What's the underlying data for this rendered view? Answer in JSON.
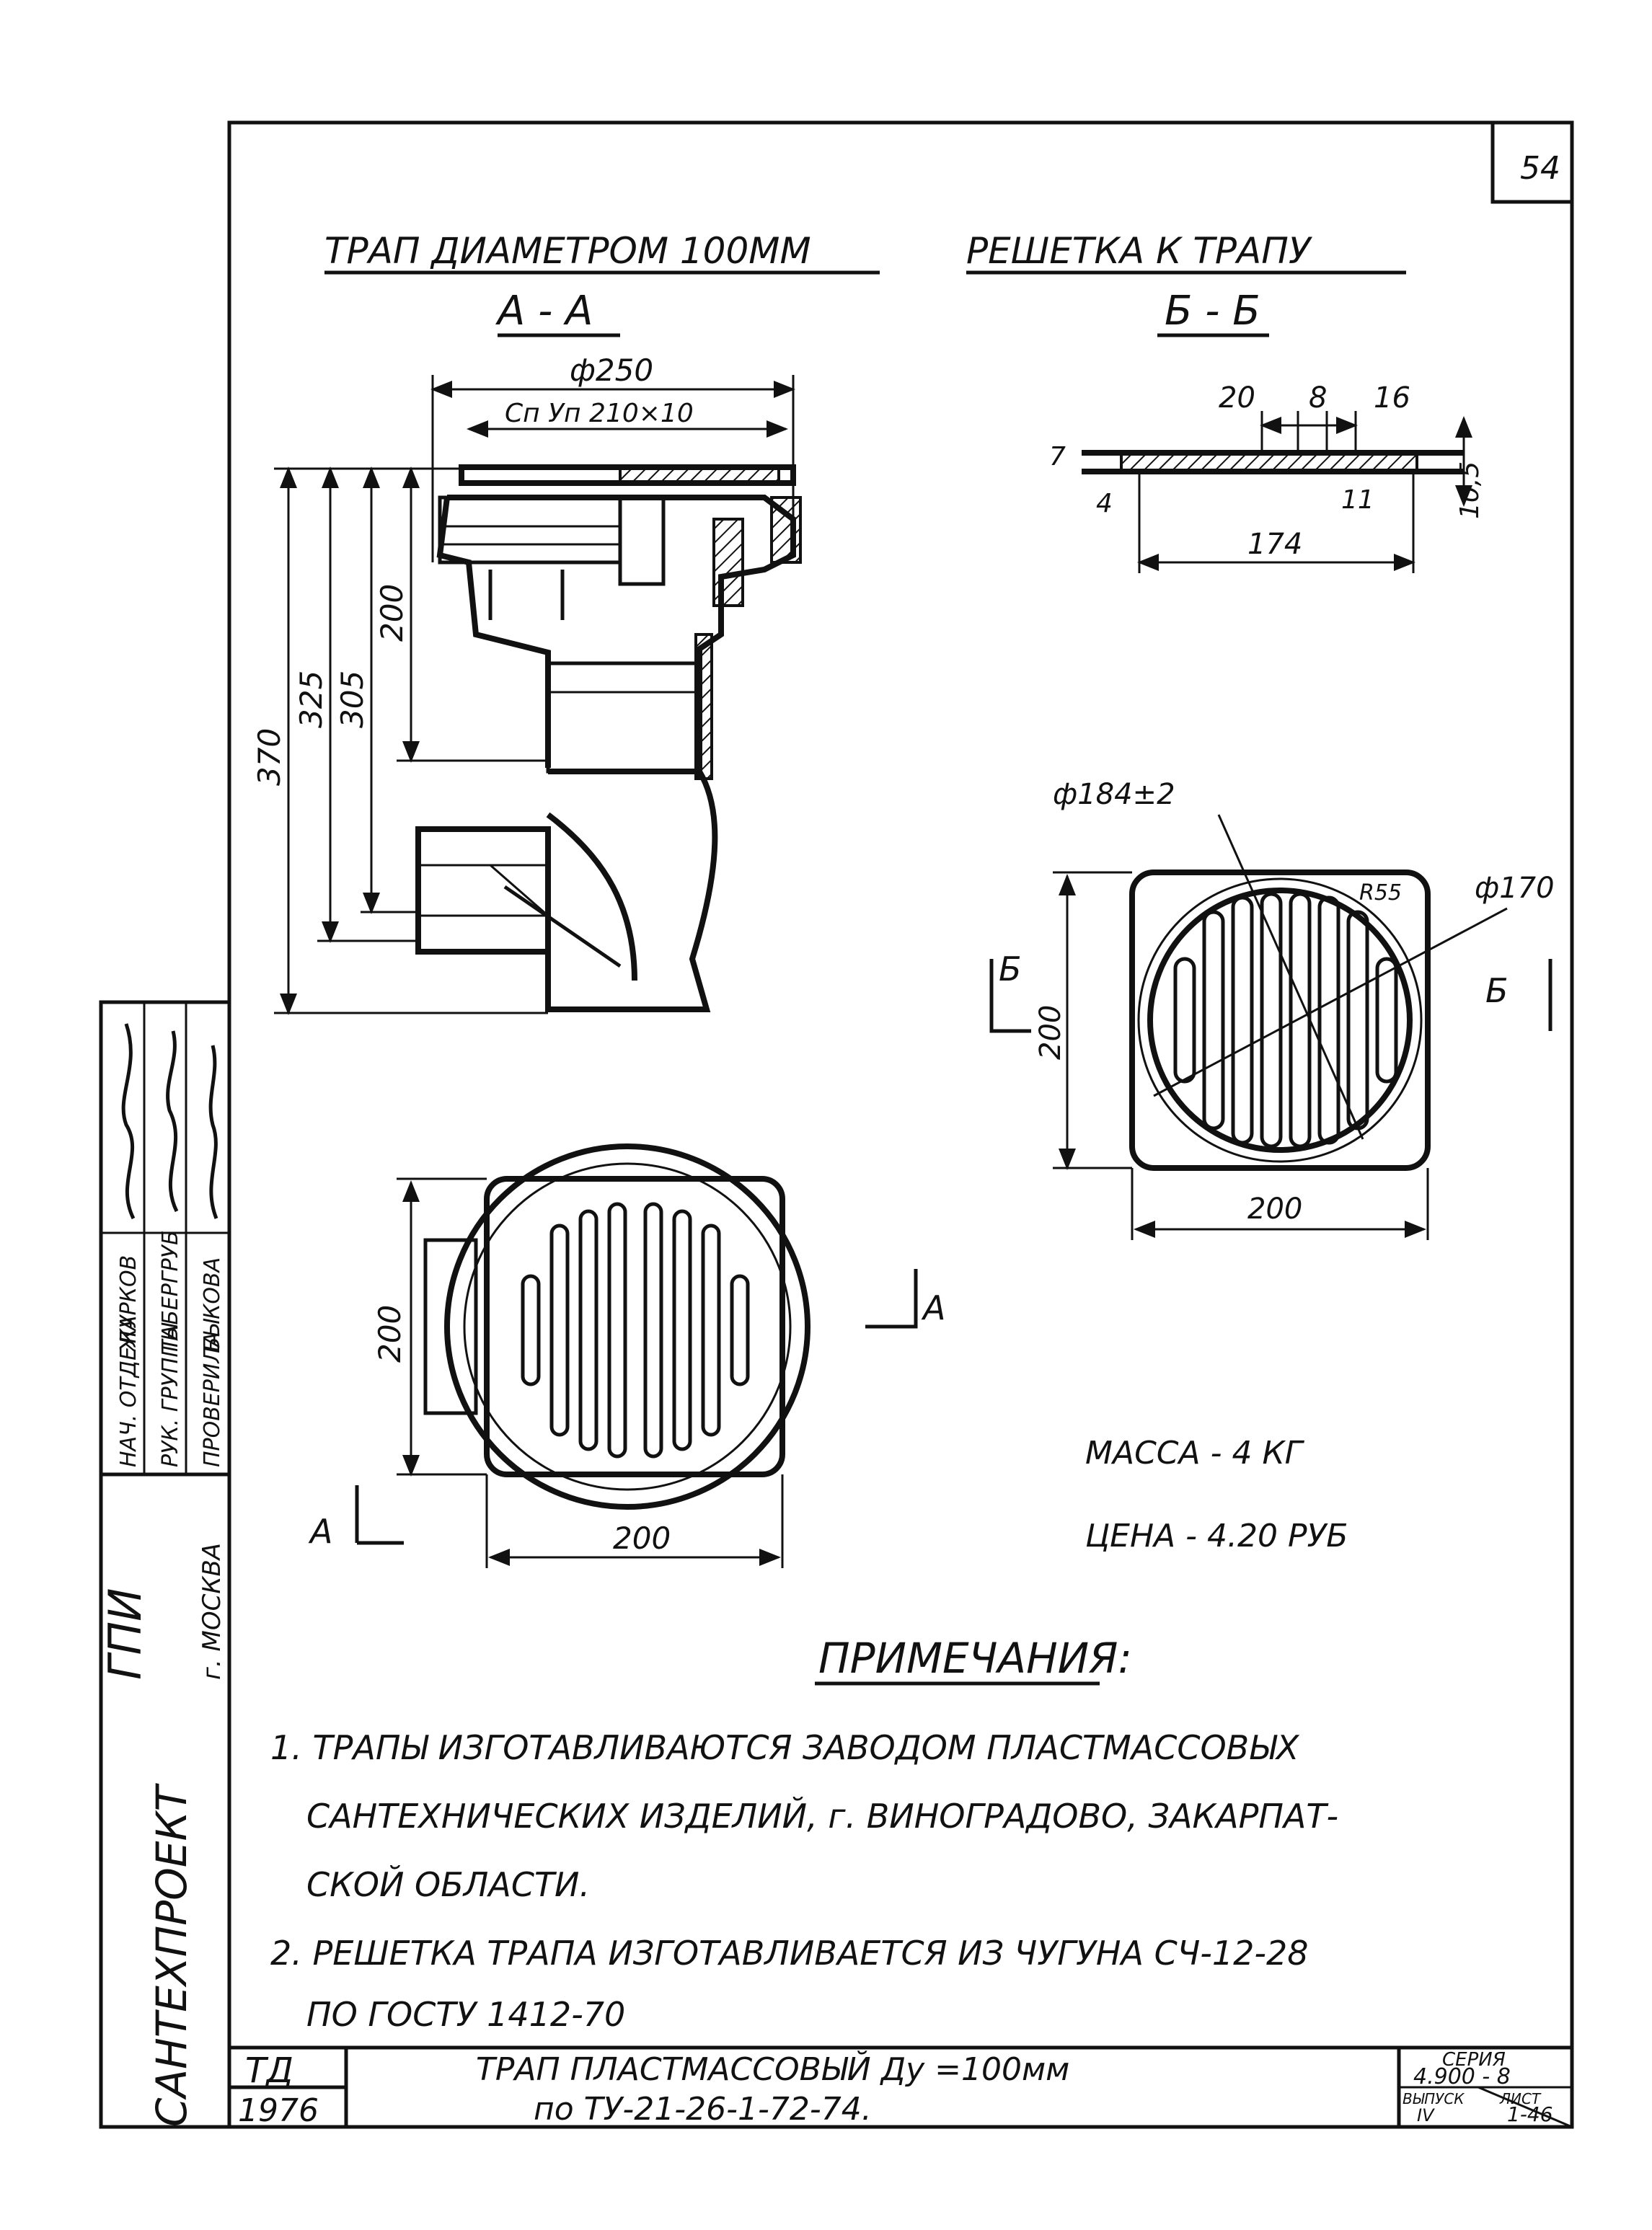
{
  "sheet_number": "54",
  "trap_section": {
    "title": "ТРАП ДИАМЕТРОМ 100ММ",
    "section_label": "А - А",
    "dimensions": {
      "top_diameter": "ф250",
      "top_note": "Сп Уп 210×10",
      "h_370": "370",
      "h_325": "325",
      "h_305": "305",
      "h_200": "200"
    }
  },
  "grate_section": {
    "title": "РЕШЕТКА К ТРАПУ",
    "section_label": "Б - Б",
    "dimensions": {
      "d_20": "20",
      "d_8": "8",
      "d_16": "16",
      "d_7": "7",
      "d_4": "4",
      "d_11": "11",
      "d_10_5": "10,5",
      "d_174": "174"
    }
  },
  "grate_plan": {
    "dia_184": "ф184±2",
    "dia_170": "ф170",
    "radius": "R55",
    "size_vertical": "200",
    "size_horizontal": "200",
    "cut_left": "Б",
    "cut_right": "Б"
  },
  "trap_plan": {
    "size_vertical": "200",
    "size_horizontal": "200",
    "cut_right": "А",
    "cut_left": "А"
  },
  "mass": "МАССА - 4 КГ",
  "price": "ЦЕНА - 4.20 РУБ",
  "notes": {
    "title": "ПРИМЕЧАНИЯ:",
    "line1": "1. ТРАПЫ ИЗГОТАВЛИВАЮТСЯ ЗАВОДОМ ПЛАСТМАССОВЫХ",
    "line2": "САНТЕХНИЧЕСКИХ ИЗДЕЛИЙ, г. ВИНОГРАДОВО, ЗАКАРПАТ-",
    "line3": "СКОЙ ОБЛАСТИ.",
    "line4": "2. РЕШЕТКА ТРАПА ИЗГОТАВЛИВАЕТСЯ ИЗ ЧУГУНА СЧ-12-28",
    "line5": "ПО ГОСТУ 1412-70"
  },
  "side_block": {
    "org1": "ГПИ",
    "org2": "САНТЕХПРОЕКТ",
    "org3": "г. МОСКВА",
    "role1": "НАЧ. ОТДЕЛА",
    "role2": "РУК. ГРУППЫ",
    "role3": "ПРОВЕРИЛА",
    "name1": "ЖУРКОВ",
    "name2": "ГАБЕРГРУБ",
    "name3": "БЫКОВА"
  },
  "title_block": {
    "td": "ТД",
    "year": "1976",
    "title_line1": "ТРАП ПЛАСТМАССОВЫЙ Ду =100мм",
    "title_line2": "по ТУ-21-26-1-72-74.",
    "series_label": "СЕРИЯ",
    "series_value": "4.900 - 8",
    "issue_label": "ВЫПУСК",
    "issue_value": "IV",
    "sheet_label": "ЛИСТ",
    "sheet_value": "1-46"
  }
}
